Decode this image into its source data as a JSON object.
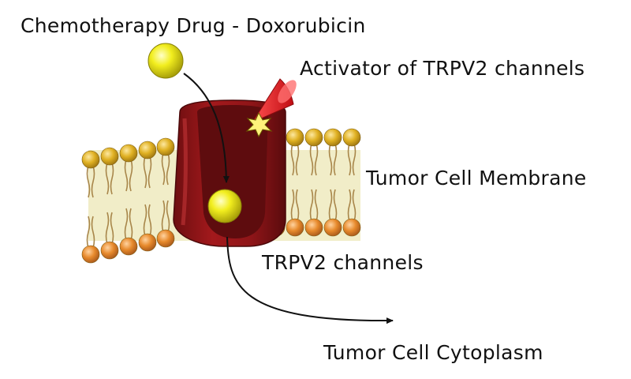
{
  "labels": {
    "drug": "Chemotherapy Drug - Doxorubicin",
    "activator": "Activator of TRPV2 channels",
    "membrane": "Tumor Cell Membrane",
    "channel": "TRPV2 channels",
    "cytoplasm": "Tumor Cell Cytoplasm"
  },
  "colors": {
    "drug_ball": "#f2ee1e",
    "channel": "#8e1518",
    "channel_inner": "#5e0c0e",
    "activator_cone": "#e8141b",
    "star": "#fff27a",
    "lipid_top": "#e0b123",
    "lipid_bottom": "#e78a2c",
    "membrane_band": "#f1edc8"
  },
  "icons": {
    "drug": "yellow-sphere",
    "activator": "red-cone",
    "activation": "star-burst"
  }
}
